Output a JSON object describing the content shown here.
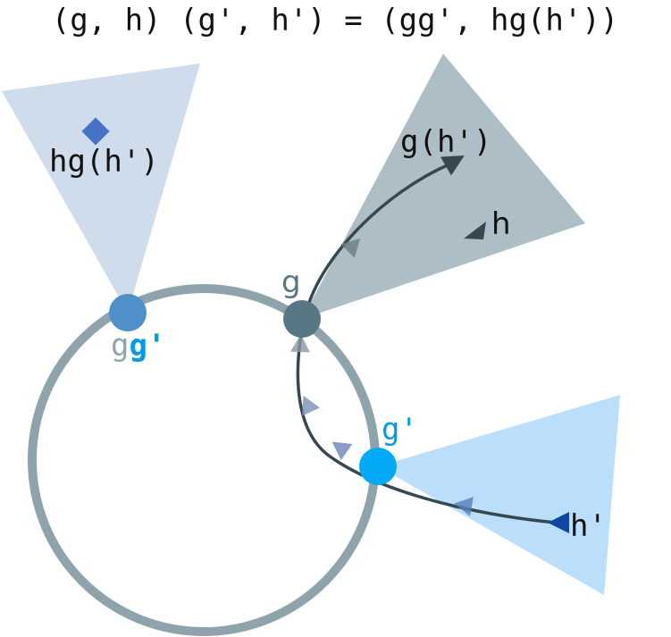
{
  "equation": "(g, h) (g', h') = (gg', hg(h'))",
  "labels": {
    "g": "g",
    "g_prime": "g'",
    "gg_prefix": "g",
    "gg_suffix": "g'",
    "hg_h_prime": "hg(h')",
    "g_h_prime": "g(h')",
    "h": "h",
    "h_prime": "h'"
  },
  "colors": {
    "circle": "#8fa3ad",
    "g_point": "#587784",
    "g_prime_point": "#03a9f4",
    "gg_prime_point": "#4f8fca",
    "gg_prefix_text": "#90a4ae",
    "gg_suffix_text": "#039be5",
    "cone_g": "#aebec6",
    "cone_g_prime": "#bbdefb",
    "cone_gg_prime": "#cfdceb",
    "curve": "#37474f",
    "h_prime_marker": "#0d47a1",
    "hg_marker": "#4671c6",
    "text": "#111111"
  }
}
